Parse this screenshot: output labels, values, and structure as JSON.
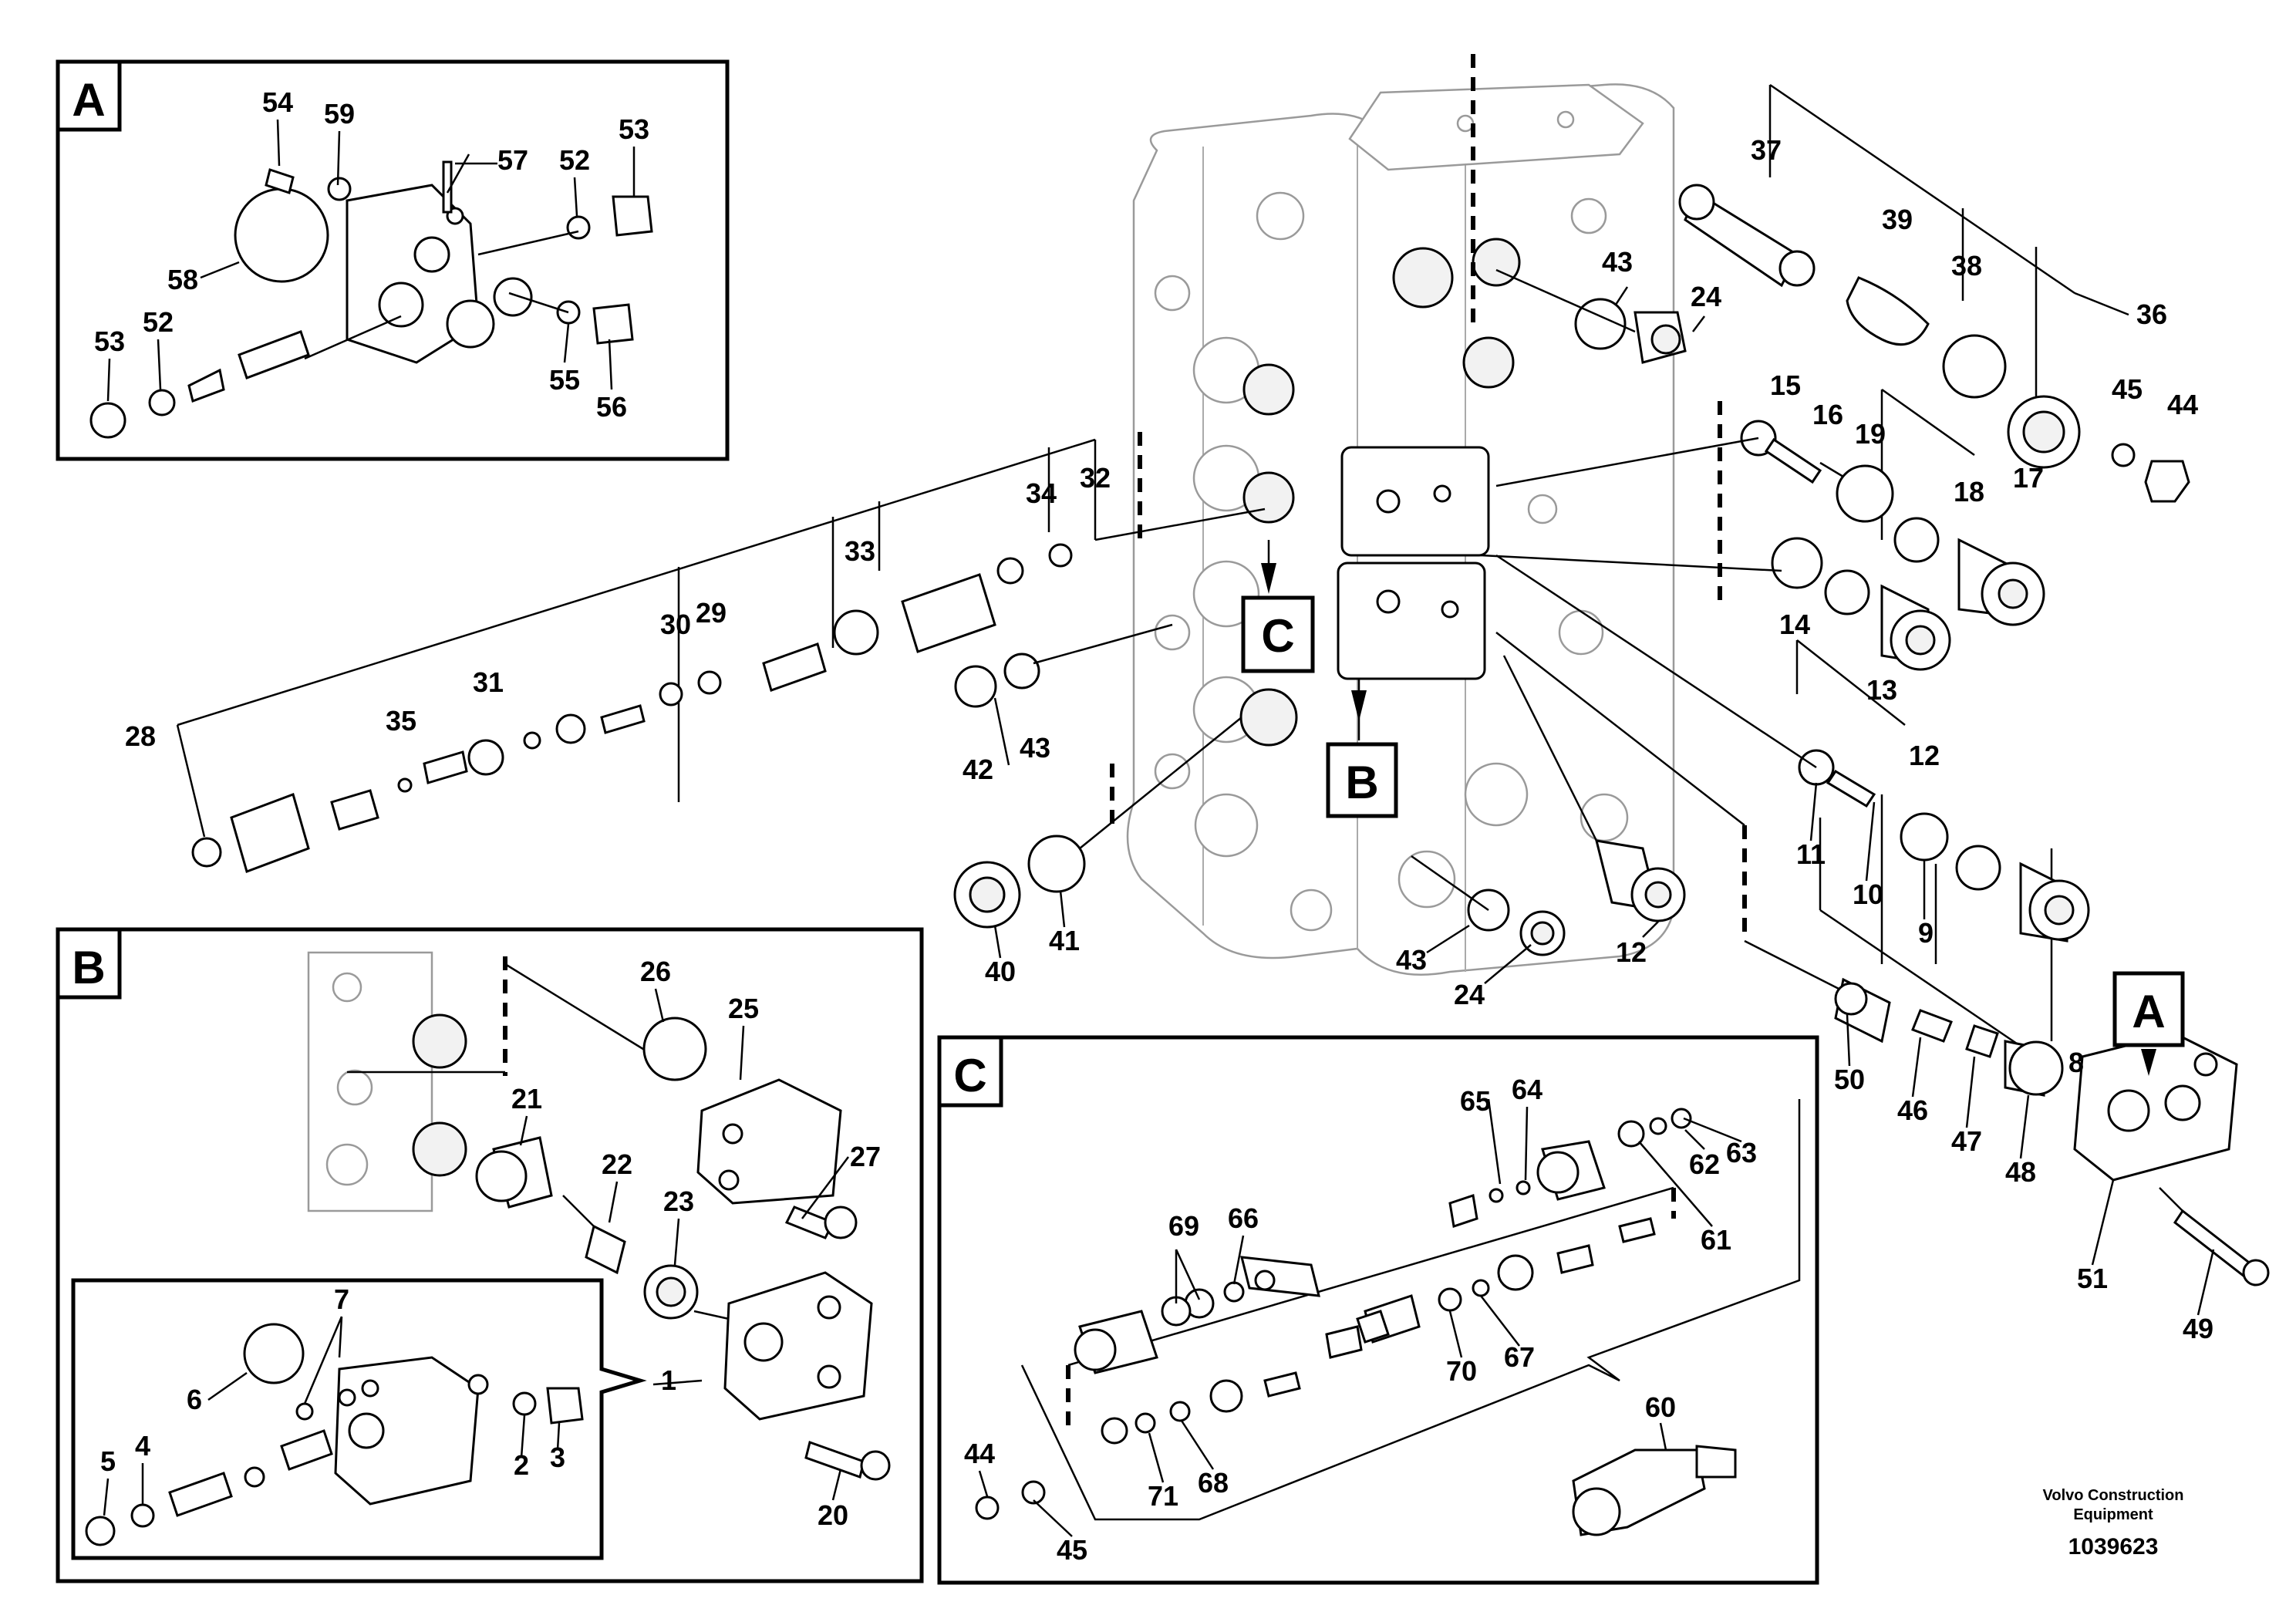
{
  "insets": {
    "a_label": "A",
    "b_label": "B",
    "c_label": "C"
  },
  "markers": {
    "a": "A",
    "b": "B",
    "c": "C"
  },
  "part_numbers": {
    "a54": "54",
    "a59": "59",
    "a57": "57",
    "a52t": "52",
    "a53t": "53",
    "a58": "58",
    "a53b": "53",
    "a52b": "52",
    "a55": "55",
    "a56": "56",
    "b26": "26",
    "b25": "25",
    "b21": "21",
    "b22": "22",
    "b23": "23",
    "b27": "27",
    "b7": "7",
    "b6": "6",
    "b1": "1",
    "b5": "5",
    "b4": "4",
    "b2": "2",
    "b3": "3",
    "b20": "20",
    "c65": "65",
    "c64": "64",
    "c62": "62",
    "c63": "63",
    "c69": "69",
    "c66": "66",
    "c61": "61",
    "c70": "70",
    "c67": "67",
    "c60": "60",
    "c44": "44",
    "c45": "45",
    "c71": "71",
    "c68": "68",
    "m37": "37",
    "m39": "39",
    "m38": "38",
    "m36": "36",
    "m43a": "43",
    "m24a": "24",
    "m15": "15",
    "m16": "16",
    "m19": "19",
    "m45": "45",
    "m44": "44",
    "m18": "18",
    "m17": "17",
    "m14": "14",
    "m13": "13",
    "m12a": "12",
    "m34": "34",
    "m32": "32",
    "m33": "33",
    "m30": "30",
    "m29": "29",
    "m31": "31",
    "m35": "35",
    "m28": "28",
    "m42": "42",
    "m43b": "43",
    "m11": "11",
    "m10": "10",
    "m9": "9",
    "m8": "8",
    "m40": "40",
    "m41": "41",
    "m43c": "43",
    "m24b": "24",
    "m12b": "12",
    "m50": "50",
    "m46": "46",
    "m47": "47",
    "m48": "48",
    "m51": "51",
    "m49": "49"
  },
  "footer": {
    "company_line1": "Volvo Construction",
    "company_line2": "Equipment",
    "reference": "1039623"
  }
}
